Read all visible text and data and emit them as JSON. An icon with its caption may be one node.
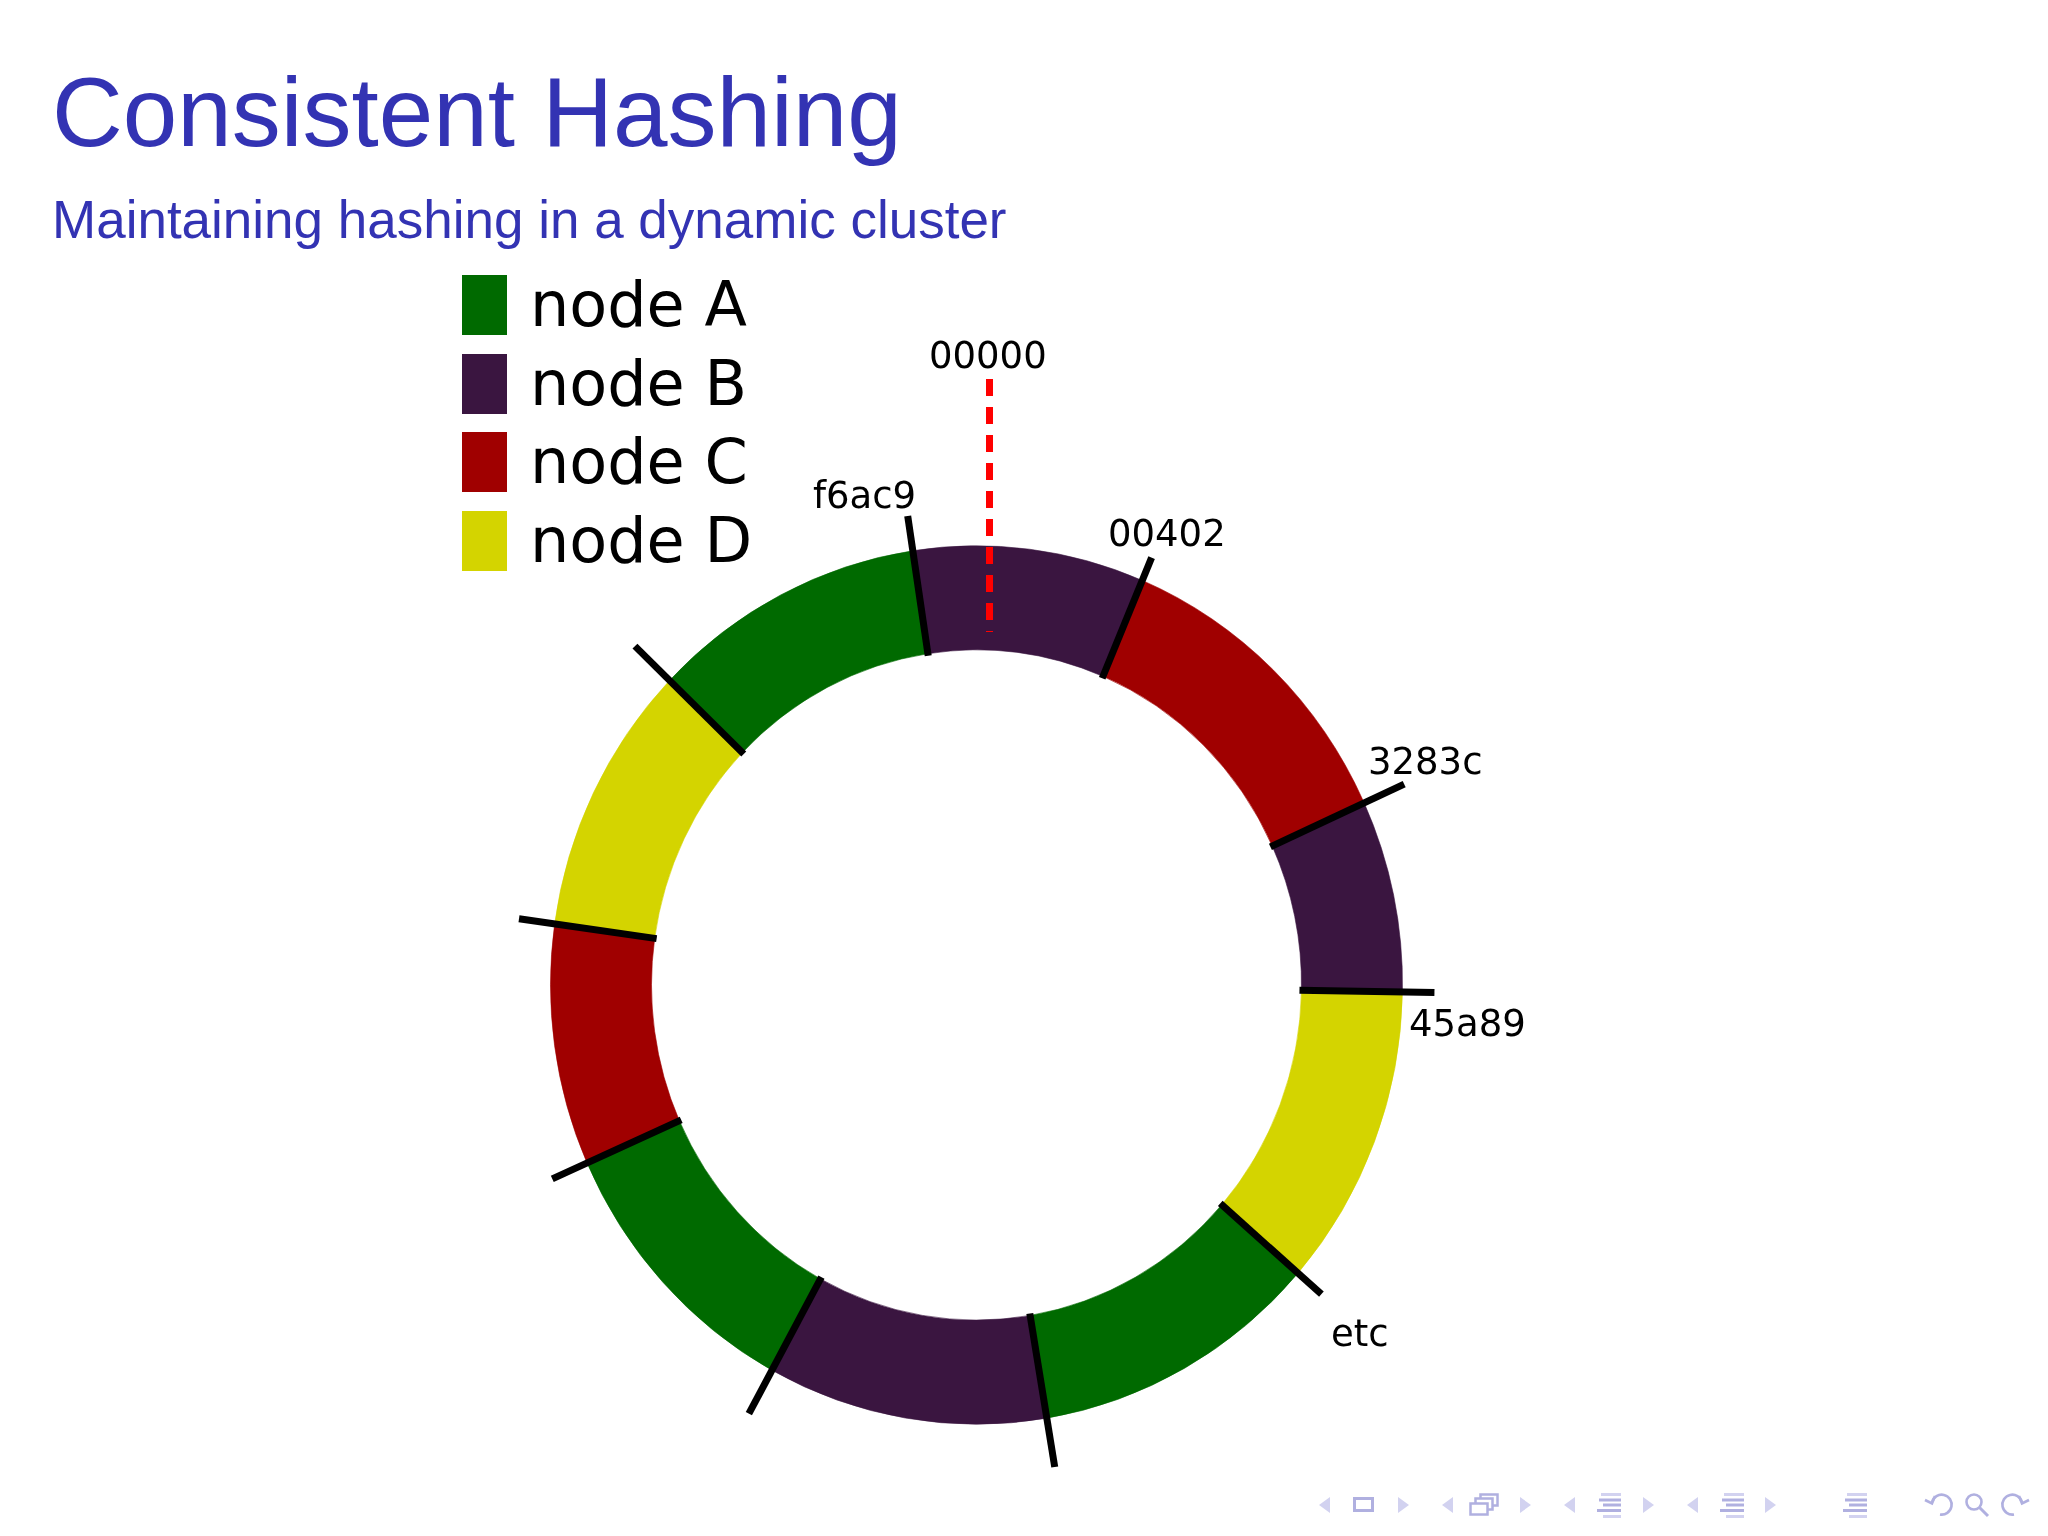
{
  "diagram": {
    "title": "Consistent Hashing",
    "labels": [
      "Maintaining hashing in a dynamic cluster",
      "00000",
      "f6ac9",
      "00402",
      "3283c",
      "45a89",
      "etc"
    ],
    "legend": [
      {
        "text": "node A",
        "color": "#006a00"
      },
      {
        "text": "node B",
        "color": "#3a1540"
      },
      {
        "text": "node C",
        "color": "#a00000"
      },
      {
        "text": "node D",
        "color": "#d4d400"
      }
    ]
  }
}
